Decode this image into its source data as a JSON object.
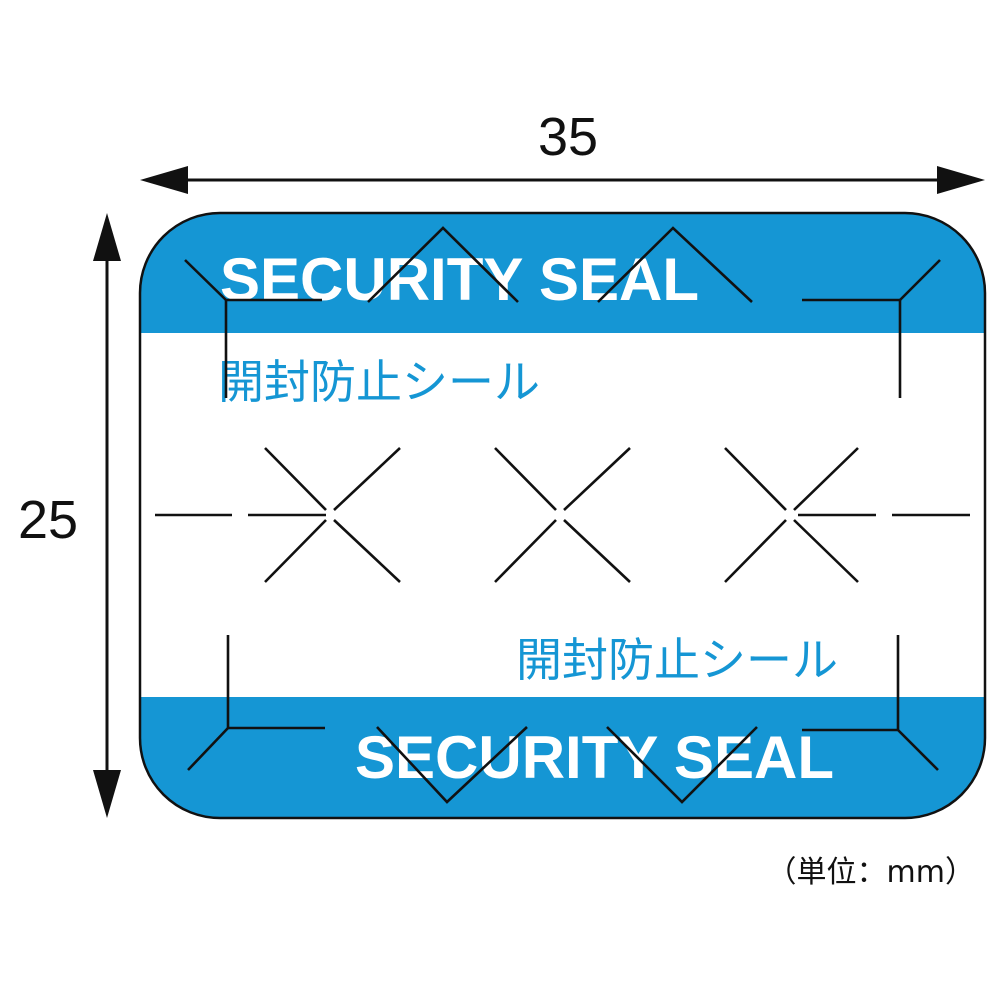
{
  "dimensions": {
    "width_label": "35",
    "height_label": "25",
    "unit_label": "（単位：mm）"
  },
  "seal": {
    "title_top": "SECURITY SEAL",
    "title_bottom": "SECURITY SEAL",
    "subtitle_top": "開封防止シール",
    "subtitle_bottom": "開封防止シール",
    "band_color": "#1596d4"
  }
}
